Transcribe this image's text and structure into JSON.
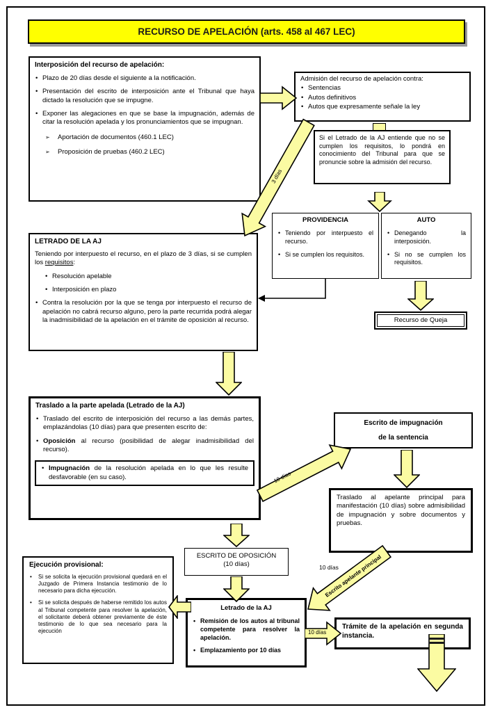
{
  "colors": {
    "title_bg": "#ffff00",
    "arrow_fill": "#fbfba2",
    "shadow": "#999999"
  },
  "title": "RECURSO DE APELACIÓN  (arts. 458 al 467 LEC)",
  "interposicion": {
    "title": "Interposición  del recurso de apelación:",
    "b1": "Plazo de 20 días desde el siguiente a la notificación.",
    "b2": "Presentación del escrito de interposición ante el Tribunal que haya dictado la resolución que se impugne.",
    "b3": "Exponer las alegaciones en que se base la impugnación, además de citar la resolución apelada y los pronunciamientos que se impugnan.",
    "s1": "Aportación de documentos  (460.1 LEC)",
    "s2": "Proposición  de pruebas (460.2 LEC)"
  },
  "admision": {
    "title": "Admisión del recurso de apelación contra:",
    "b1": "Sentencias",
    "b2": "Autos definitivos",
    "b3": "Autos que expresamente señale la ley"
  },
  "si_letrado": {
    "text": "Si el Letrado de la AJ entiende que no se cumplen los requisitos, lo pondrá en conocimiento del Tribunal para que se pronuncie sobre la admisión del recurso."
  },
  "providencia": {
    "title": "PROVIDENCIA",
    "b1": "Teniendo por interpuesto el recurso.",
    "b2": "Si se cumplen los requisitos."
  },
  "auto": {
    "title": "AUTO",
    "b1": "Denegando la interposición.",
    "b2": "Si no se cumplen los requisitos."
  },
  "queja": {
    "label": "Recurso  de Queja"
  },
  "letrado_aj": {
    "title": "LETRADO DE LA AJ",
    "intro_pre": "Teniendo por interpuesto el recurso, en el plazo de 3 días, si se cumplen los ",
    "intro_u": "requisitos",
    "intro_post": ":",
    "b1": "Resolución apelable",
    "b2": "Interposición  en plazo",
    "b3": "Contra la resolución por la que se tenga por interpuesto el recurso de apelación no cabrá recurso alguno, pero la parte recurrida podrá alegar la inadmisibilidad de la apelación en el trámite de oposición al recurso."
  },
  "traslado": {
    "title": "Traslado a la parte apelada (Letrado de la AJ)",
    "b1": "Traslado del escrito de interposición del recurso a las demás partes, emplazándolas (10 días) para que presenten escrito de:",
    "b2_lead": "Oposición",
    "b2_rest": " al recurso (posibilidad de alegar inadmisibilidad del recurso).",
    "b3_lead": "Impugnación",
    "b3_rest": " de la resolución apelada en lo que les resulte desfavorable (en su caso)."
  },
  "escrito_impugnacion": {
    "line1": "Escrito de impugnación",
    "line2": "de la sentencia"
  },
  "traslado_apelante": {
    "text": "Traslado al apelante principal para manifestación (10 días) sobre admisibilidad de impugnación y sobre documentos y pruebas."
  },
  "ejecucion": {
    "title": "Ejecución provisional:",
    "b1": "Si se solicita la ejecución provisional quedará en el Juzgado de Primera Instancia testimonio de lo necesario para dicha ejecución.",
    "b2": "Si se solicita después de haberse remitido los autos al Tribunal competente para resolver la apelación, el solicitante deberá obtener previamente de éste testimonio de lo que sea necesario para la ejecución"
  },
  "escrito_oposicion": {
    "line1": "ESCRITO DE OPOSICIÓN",
    "line2": "(10 días)"
  },
  "letrado_aj_2": {
    "title": "Letrado de la AJ",
    "b1": "Remisión de los autos al tribunal competente para resolver la apelación.",
    "b2": "Emplazamiento por 10 días"
  },
  "tramite": {
    "text": "Trámite de la apelación en segunda instancia."
  },
  "arrow_labels": {
    "dias3": "3 días",
    "dias10_diag": "10 días",
    "dias10_plain": "10 días",
    "escrito_apelante": "Escrito apelante principal",
    "dias10_arrow": "10 días"
  }
}
